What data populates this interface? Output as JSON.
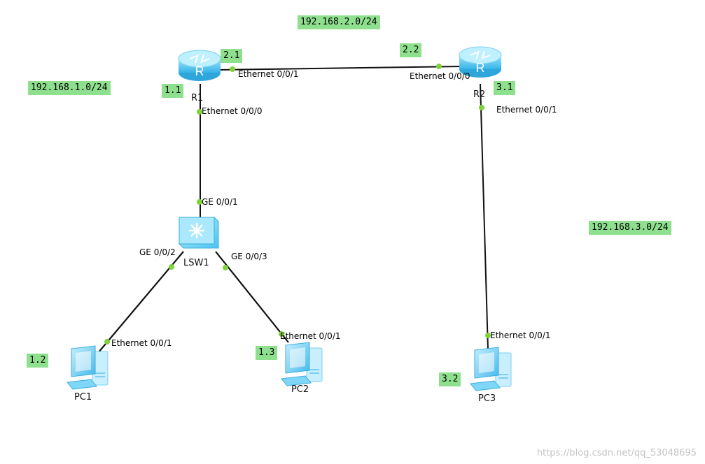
{
  "networks": {
    "net1": "192.168.1.0/24",
    "net2": "192.168.2.0/24",
    "net3": "192.168.3.0/24"
  },
  "devices": {
    "r1": {
      "name": "R1",
      "icon": "router-icon"
    },
    "r2": {
      "name": "R2",
      "icon": "router-icon"
    },
    "lsw1": {
      "name": "LSW1",
      "icon": "switch-icon"
    },
    "pc1": {
      "name": "PC1",
      "icon": "pc-icon"
    },
    "pc2": {
      "name": "PC2",
      "icon": "pc-icon"
    },
    "pc3": {
      "name": "PC3",
      "icon": "pc-icon"
    }
  },
  "ip_tags": {
    "r1_lan": "1.1",
    "r1_wan": "2.1",
    "r2_wan": "2.2",
    "r2_lan": "3.1",
    "pc1": "1.2",
    "pc2": "1.3",
    "pc3": "3.2"
  },
  "interfaces": {
    "r1_e001": "Ethernet 0/0/1",
    "r2_e000": "Ethernet 0/0/0",
    "r1_e000": "Ethernet 0/0/0",
    "r2_e001": "Ethernet 0/0/1",
    "lsw_ge001": "GE 0/0/1",
    "lsw_ge002": "GE 0/0/2",
    "lsw_ge003": "GE 0/0/3",
    "pc1_e001": "Ethernet 0/0/1",
    "pc2_e001": "Ethernet 0/0/1",
    "pc3_e001": "Ethernet 0/0/1"
  },
  "colors": {
    "tag_bg": "#8ee08e",
    "port_dot": "#7ed23a",
    "link": "#111111",
    "device_blue": "#4cc4f0"
  },
  "watermark": "https://blog.csdn.net/qq_53048695"
}
